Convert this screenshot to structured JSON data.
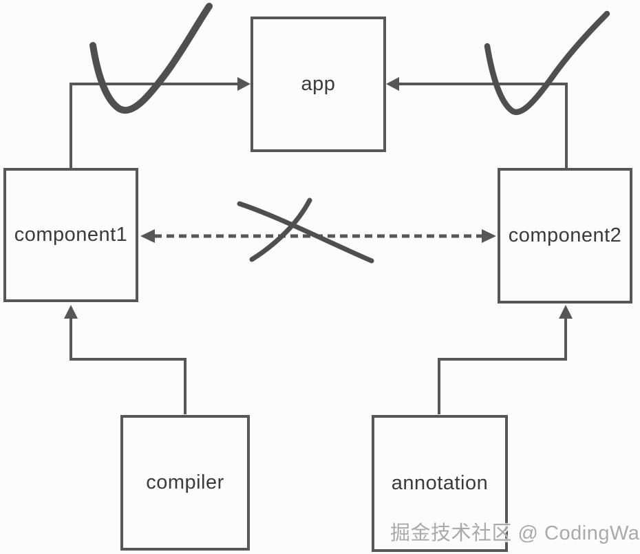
{
  "diagram": {
    "nodes": [
      {
        "id": "app",
        "label": "app"
      },
      {
        "id": "component1",
        "label": "component1"
      },
      {
        "id": "component2",
        "label": "component2"
      },
      {
        "id": "compiler",
        "label": "compiler"
      },
      {
        "id": "annotation",
        "label": "annotation"
      }
    ],
    "edges": [
      {
        "from": "component1",
        "to": "app",
        "line": "solid",
        "arrow": "single",
        "mark": "check"
      },
      {
        "from": "component2",
        "to": "app",
        "line": "solid",
        "arrow": "single",
        "mark": "check"
      },
      {
        "from": "component1",
        "to": "component2",
        "line": "dashed",
        "arrow": "double",
        "mark": "cross"
      },
      {
        "from": "compiler",
        "to": "component1",
        "line": "solid",
        "arrow": "single",
        "mark": "none"
      },
      {
        "from": "annotation",
        "to": "component2",
        "line": "solid",
        "arrow": "single",
        "mark": "none"
      }
    ],
    "colors": {
      "line": "#565656",
      "hand_stroke": "#4f4f4f",
      "label": "#3a3a3a",
      "background": "#fcfcfc",
      "watermark": "#a9a9a9"
    }
  },
  "watermark": {
    "text": "掘金技术社区 @ CodingWang"
  }
}
